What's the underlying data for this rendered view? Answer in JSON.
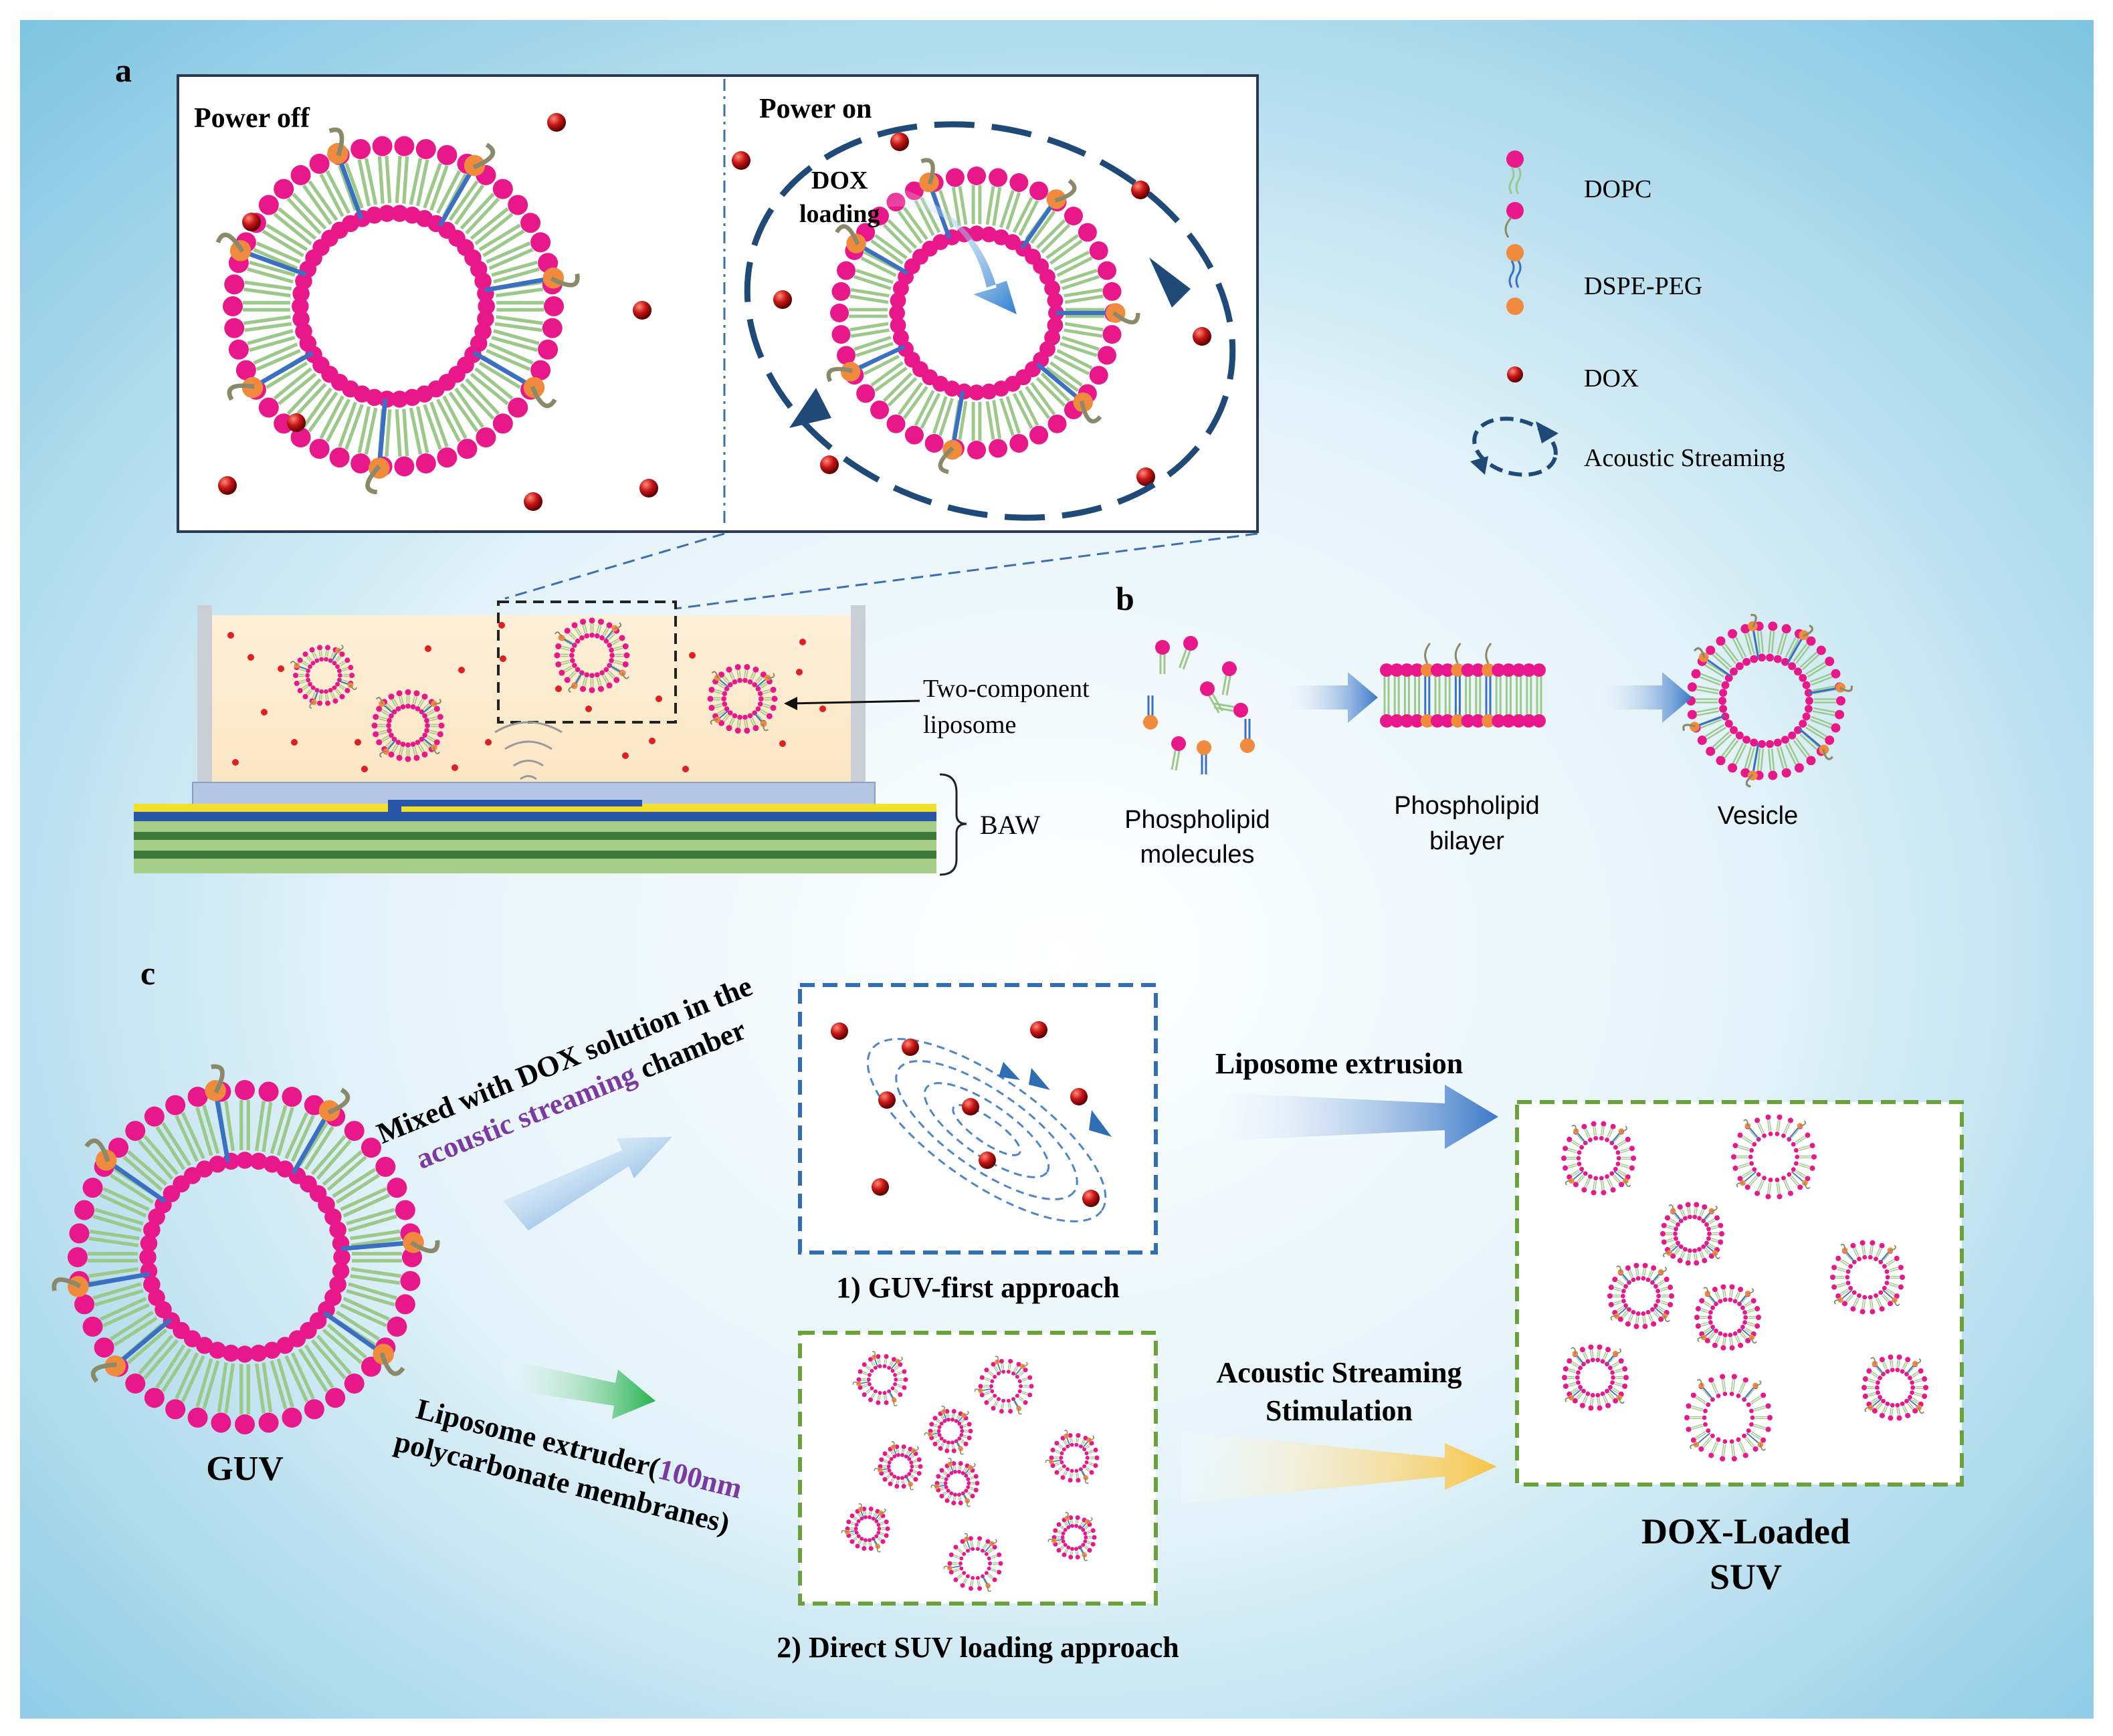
{
  "panel_labels": {
    "a": "a",
    "b": "b",
    "c": "c"
  },
  "panel_a": {
    "power_off": "Power off",
    "power_on": "Power on",
    "dox_loading_line1": "DOX",
    "dox_loading_line2": "loading",
    "liposome_label_line1": "Two-component",
    "liposome_label_line2": "liposome",
    "baw": "BAW"
  },
  "legend": {
    "dopc": "DOPC",
    "dspe_peg": "DSPE-PEG",
    "dox": "DOX",
    "acoustic_streaming": "Acoustic  Streaming"
  },
  "panel_b": {
    "molecules_line1": "Phospholipid",
    "molecules_line2": "molecules",
    "bilayer_line1": "Phospholipid",
    "bilayer_line2": "bilayer",
    "vesicle": "Vesicle"
  },
  "panel_c": {
    "guv": "GUV",
    "mixed_part1": "Mixed with DOX solution in the",
    "mixed_part2a": "acoustic streaming",
    "mixed_part2b": " chamber",
    "extruder_part1": "Liposome extruder(",
    "extruder_highlight": "100nm",
    "extruder_part2": "polycarbonate membranes)",
    "approach1": "1) GUV-first approach",
    "approach2": "2) Direct SUV loading approach",
    "liposome_extrusion": "Liposome extrusion",
    "stim_line1": "Acoustic Streaming",
    "stim_line2": "Stimulation",
    "result_line1": "DOX-Loaded",
    "result_line2": "SUV"
  },
  "colors": {
    "dopc_head": "#e8178a",
    "peg_head": "#f08a3c",
    "lipid_tail": "#9cc98a",
    "peg_tail": "#3b6fc4",
    "dox": "#c01818",
    "stream": "#1f4a78",
    "highlight_text": "#7b3aa0",
    "green_box": "#6aa23a",
    "blue_box": "#2f6db5"
  }
}
